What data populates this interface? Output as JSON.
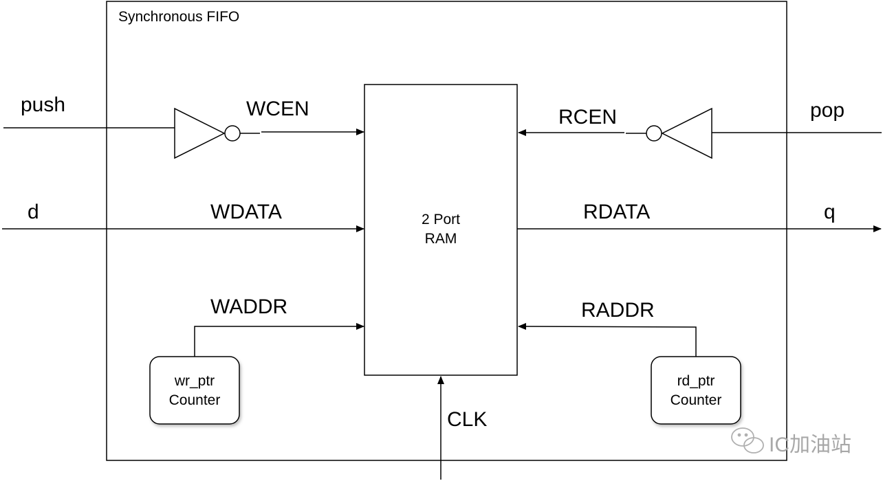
{
  "title": "Synchronous FIFO",
  "ram": {
    "line1": "2 Port",
    "line2": "RAM"
  },
  "signals": {
    "push": "push",
    "wcen": "WCEN",
    "rcen": "RCEN",
    "pop": "pop",
    "d": "d",
    "wdata": "WDATA",
    "rdata": "RDATA",
    "q": "q",
    "waddr": "WADDR",
    "raddr": "RADDR",
    "clk": "CLK"
  },
  "wr_counter": {
    "line1": "wr_ptr",
    "line2": "Counter"
  },
  "rd_counter": {
    "line1": "rd_ptr",
    "line2": "Counter"
  },
  "watermark": "IC加油站",
  "watermark_icon": "wechat-icon"
}
